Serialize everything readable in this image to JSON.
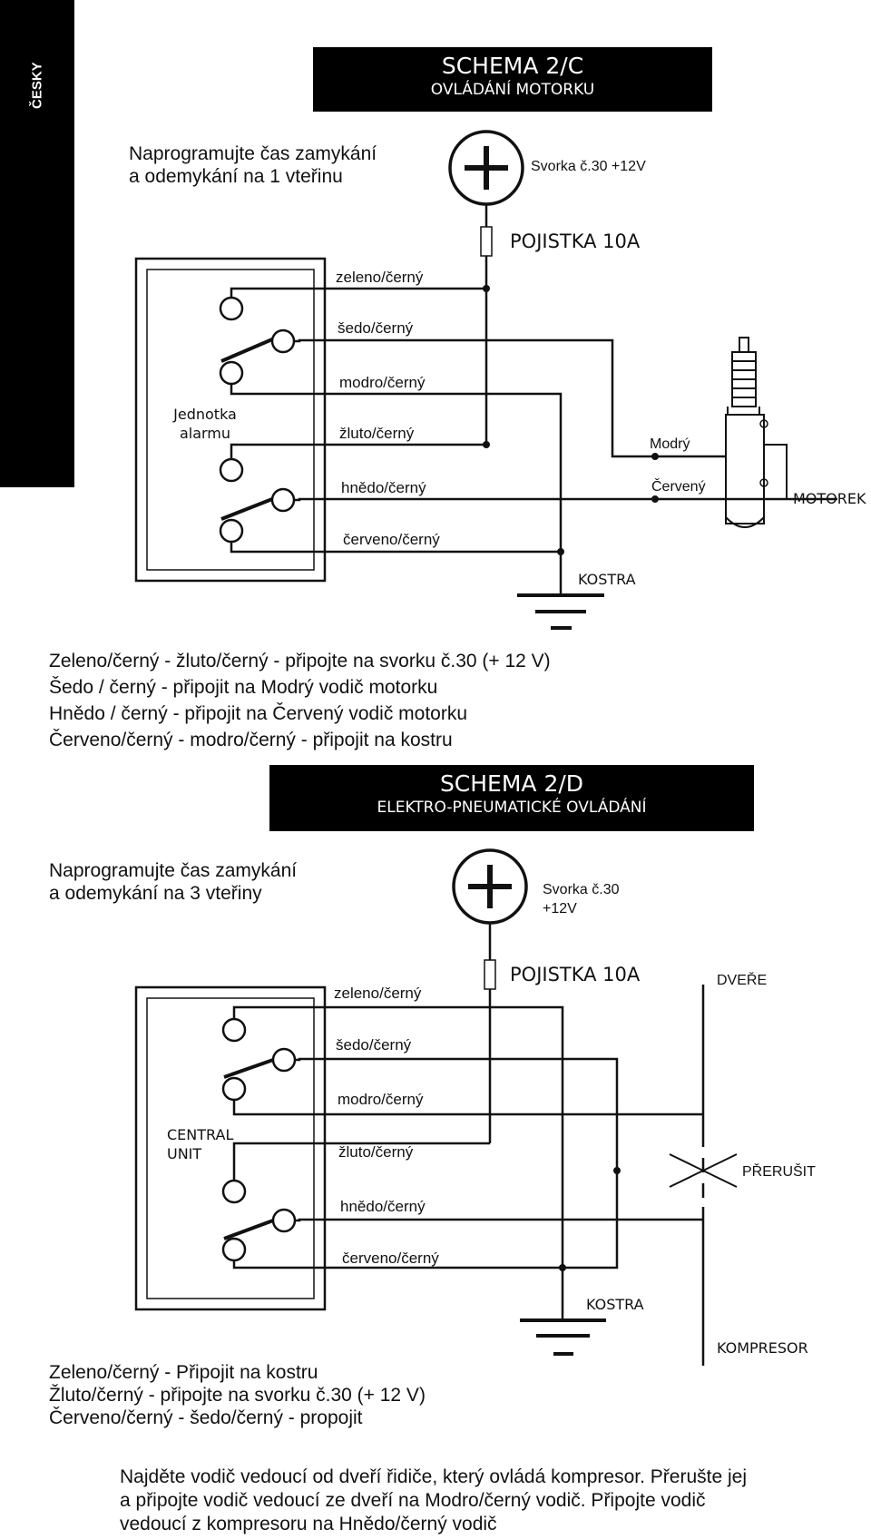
{
  "language_tab": "ČESKY",
  "schema1": {
    "title": "SCHEMA  2/C",
    "subtitle": "OVLÁDÁNÍ MOTORKU",
    "note_line1": "Naprogramujte čas zamykání",
    "note_line2": "a odemykání na 1 vteřinu",
    "terminal_label": "Svorka č.30   +12V",
    "fuse_label": "POJISTKA 10A",
    "unit_label_line1": "Jednotka",
    "unit_label_line2": "alarmu",
    "wires": [
      "zeleno/černý",
      "šedo/černý",
      "modro/černý",
      "žluto/černý",
      "hnědo/černý",
      "červeno/černý"
    ],
    "modry_label": "Modrý",
    "cerveny_label": "Červený",
    "motor_label": "MOTOREK",
    "ground_label": "KOSTRA",
    "legend": [
      "Zeleno/černý  - žluto/černý  -  připojte na  svorku č.30 (+ 12 V)",
      "Šedo / černý - připojit na Modrý vodič motorku",
      "Hnědo / černý - připojit na Červený vodič motorku",
      "Červeno/černý  - modro/černý  -  připojit na kostru"
    ]
  },
  "schema2": {
    "title": "SCHEMA 2/D",
    "subtitle": "ELEKTRO-PNEUMATICKÉ OVLÁDÁNÍ",
    "note_line1": "Naprogramujte čas zamykání",
    "note_line2": "a odemykání na 3 vteřiny",
    "terminal_line1": "Svorka č.30",
    "terminal_line2": "+12V",
    "fuse_label": "POJISTKA 10A",
    "door_label": "DVEŘE",
    "unit_label_line1": "CENTRAL",
    "unit_label_line2": "UNIT",
    "wires": [
      "zeleno/černý",
      "šedo/černý",
      "modro/černý",
      "žluto/černý",
      "hnědo/černý",
      "červeno/černý"
    ],
    "cut_label": "PŘERUŠIT",
    "ground_label": "KOSTRA",
    "compressor_label": "KOMPRESOR",
    "legend": [
      "Zeleno/černý  - Připojit na kostru",
      "Žluto/černý  -  připojte na svorku č.30 (+ 12 V)",
      "Červeno/černý  - šedo/černý  -  propojit"
    ],
    "instructions": [
      "Najděte vodič vedoucí od dveří řidiče, který ovládá kompresor. Přerušte jej",
      "a připojte vodič vedoucí ze dveří na Modro/černý vodič. Připojte vodič",
      "vedoucí z kompresoru na Hnědo/černý vodič"
    ]
  }
}
